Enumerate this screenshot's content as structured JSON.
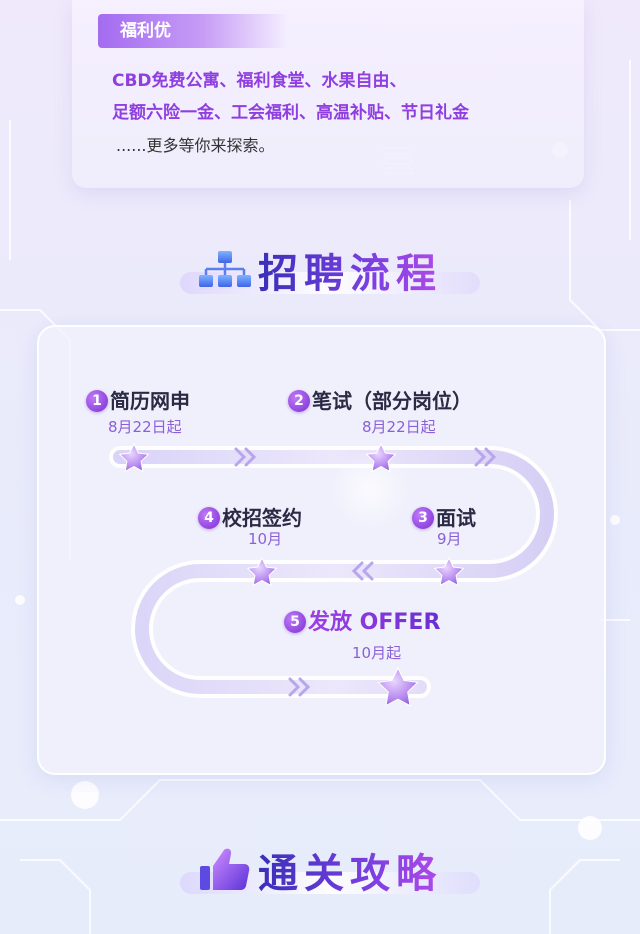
{
  "benefits": {
    "tag": "福利优",
    "line1": "CBD免费公寓、福利食堂、水果自由、",
    "line2": "足额六险一金、工会福利、高温补贴、节日礼金",
    "more": "......更多等你来探索。"
  },
  "process_section": {
    "title": "招聘流程",
    "steps": [
      {
        "num": "1",
        "label": "简历网申",
        "date": "8月22日起"
      },
      {
        "num": "2",
        "label": "笔试（部分岗位）",
        "date": "8月22日起"
      },
      {
        "num": "3",
        "label": "面试",
        "date": "9月"
      },
      {
        "num": "4",
        "label": "校招签约",
        "date": "10月"
      },
      {
        "num": "5",
        "label": "发放 OFFER",
        "date": "10月起"
      }
    ]
  },
  "tips_section": {
    "title": "通关攻略"
  },
  "colors": {
    "accent_purple": "#8f3fe0",
    "title_gradient_start": "#3a2fb8",
    "title_gradient_end": "#b04ae8",
    "date_color": "#8a5fd8"
  },
  "icons": [
    "org-chart-icon",
    "star-icon",
    "chevron-right-icon",
    "chevron-left-icon",
    "thumbs-up-icon"
  ]
}
